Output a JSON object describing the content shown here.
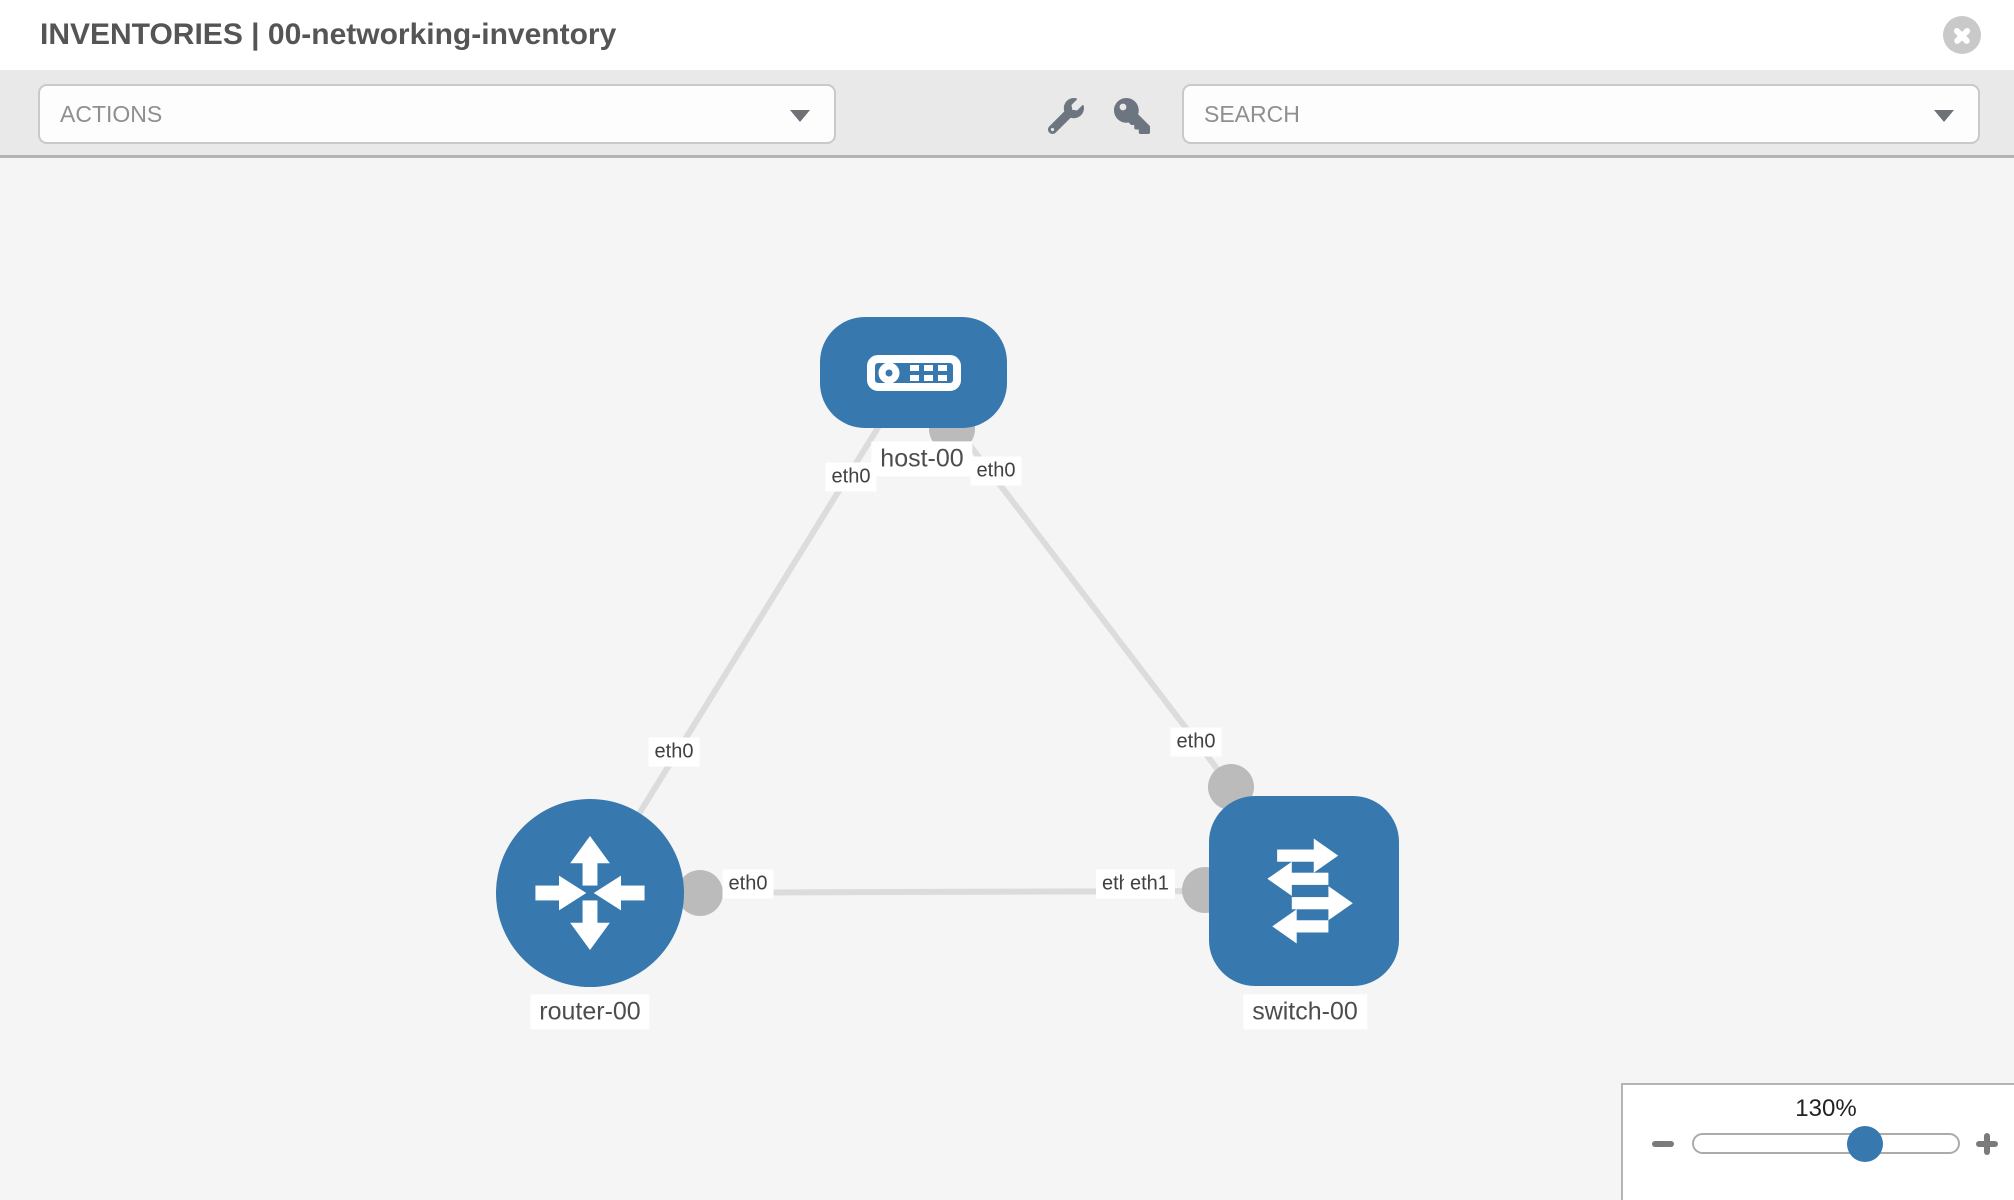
{
  "header": {
    "title": "INVENTORIES | 00-networking-inventory"
  },
  "toolbar": {
    "actions_label": "ACTIONS",
    "search_placeholder": "SEARCH",
    "icons": [
      "wrench-icon",
      "key-icon"
    ]
  },
  "diagram": {
    "nodes": [
      {
        "label": "host-00",
        "type": "host",
        "icon": "server-icon"
      },
      {
        "label": "router-00",
        "type": "router",
        "icon": "router-icon"
      },
      {
        "label": "switch-00",
        "type": "switch",
        "icon": "switch-icon"
      }
    ],
    "links": [
      {
        "source": "host-00",
        "target": "router-00",
        "source_interface": "eth0",
        "target_interface": "eth0"
      },
      {
        "source": "host-00",
        "target": "switch-00",
        "source_interface": "eth0",
        "target_interface": "eth0"
      },
      {
        "source": "router-00",
        "target": "switch-00",
        "source_interface": "eth0",
        "target_interface_labels": [
          "eth0",
          "eth1"
        ]
      }
    ]
  },
  "zoom_control": {
    "value": "130%",
    "percent": 130,
    "minus_icon": "minus-icon",
    "plus_icon": "plus-icon"
  },
  "colors": {
    "node_blue": "#3778af",
    "link_gray": "#dcdcdc",
    "dot_gray": "#bbbbbb",
    "canvas_bg": "#f5f5f5",
    "toolbar_bg": "#e9e9e9"
  }
}
